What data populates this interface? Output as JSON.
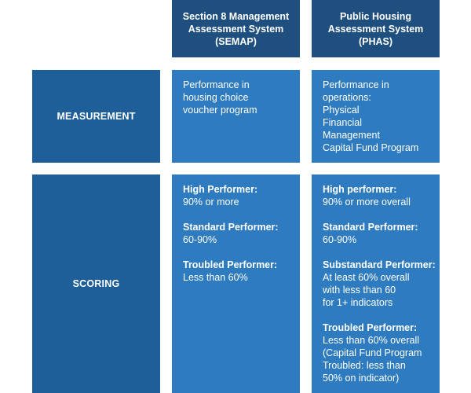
{
  "columns": {
    "semap": [
      "Section 8 Management",
      "Assessment System",
      "(SEMAP)"
    ],
    "phas": [
      "Public Housing",
      "Assessment System",
      "(PHAS)"
    ]
  },
  "rows": {
    "measurement": {
      "label": "MEASUREMENT",
      "semap": [
        "Performance in",
        "housing choice",
        "voucher program"
      ],
      "phas": [
        "Performance in",
        "operations:",
        "Physical",
        "Financial",
        "Management",
        "Capital Fund Program"
      ]
    },
    "scoring": {
      "label": "SCORING",
      "semap": {
        "high_title": "High Performer:",
        "high_value": "90% or more",
        "standard_title": "Standard Performer:",
        "standard_value": "60-90%",
        "troubled_title": "Troubled Performer:",
        "troubled_value": "Less than 60%"
      },
      "phas": {
        "high_title": "High performer:",
        "high_value": "90% or more overall",
        "standard_title": "Standard Performer:",
        "standard_value": "60-90%",
        "substandard_title": "Substandard Performer:",
        "substandard_lines": [
          "At least 60% overall",
          "with less than 60",
          "for 1+ indicators"
        ],
        "troubled_title": "Troubled Performer:",
        "troubled_lines": [
          "Less than 60% overall",
          "(Capital Fund Program",
          "Troubled: less than",
          "50% on indicator)"
        ]
      }
    }
  },
  "colors": {
    "header": "#1e4f7f",
    "row_label": "#1f5f99",
    "body": "#2e7bc0",
    "text": "#ffffff"
  }
}
